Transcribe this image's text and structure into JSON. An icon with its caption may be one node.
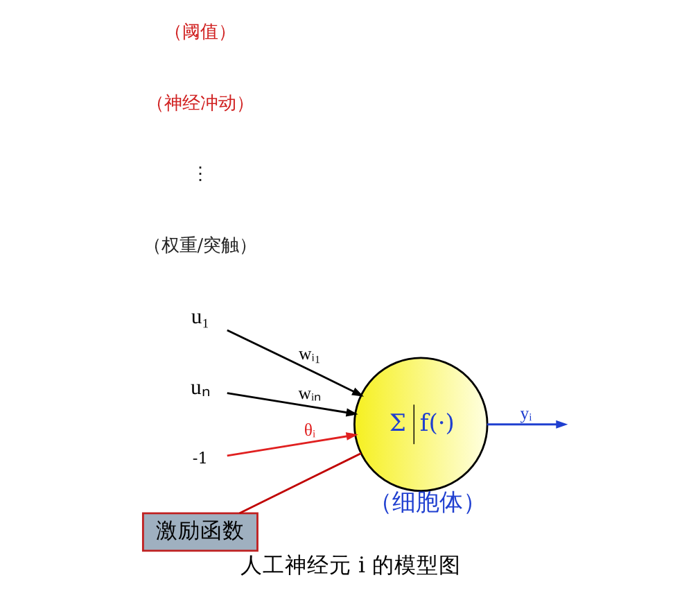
{
  "diagram": {
    "caption": "人工神经元 i 的模型图",
    "nodes": [
      {
        "text": [
          "u₁"
        ]
      },
      {
        "text": [
          "uₙ"
        ]
      },
      {
        "text": [
          "-1"
        ]
      },
      {
        "text": [
          "Σ",
          "f(·)"
        ],
        "beside": [
          "（细胞体）"
        ]
      },
      {
        "text": [
          "激励函数"
        ]
      }
    ],
    "edges": [
      {
        "from": 0,
        "to": 3,
        "arrow": "to",
        "label": "wᵢ₁"
      },
      {
        "from": 1,
        "to": 3,
        "arrow": "to",
        "label": "wᵢₙ"
      },
      {
        "from": 2,
        "to": 3,
        "arrow": "to",
        "label": "θᵢ",
        "color": "#e02020"
      },
      {
        "from": 3,
        "to": null,
        "arrow": "to",
        "label": "yᵢ",
        "color": "#1f3fd0"
      },
      {
        "from": 4,
        "to": 3,
        "arrow": "none",
        "color": "#c00000"
      }
    ],
    "labels": [
      "（权重/突触）",
      "⋮",
      "（神经冲动）",
      "（阈值）"
    ]
  }
}
